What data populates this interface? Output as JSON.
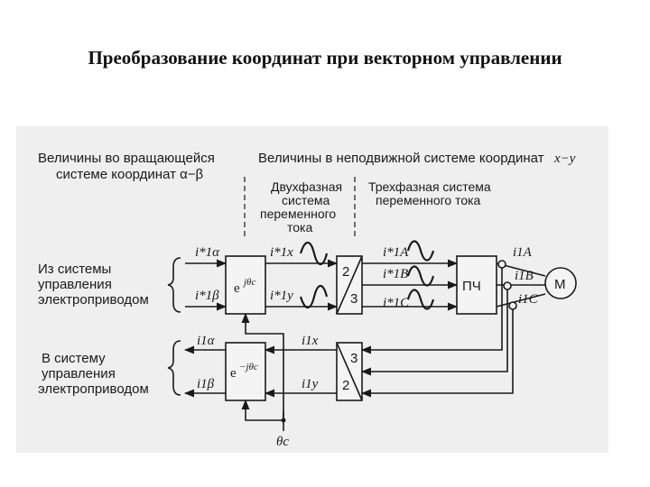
{
  "slide": {
    "title": "Преобразование координат при векторном управлении"
  },
  "diagram": {
    "header_rotating": [
      "Величины во вращающейся",
      "системе координат α−β"
    ],
    "header_stationary": "Величины в неподвижной системе координат",
    "header_stationary_coords": "x−y",
    "two_phase": [
      "Двухфазная",
      "система",
      "переменного",
      "тока"
    ],
    "three_phase": [
      "Трехфазная система",
      "переменного тока"
    ],
    "from_control": [
      "Из системы",
      "управления",
      "электроприводом"
    ],
    "to_control": [
      "В систему",
      "управления",
      "электроприводом"
    ],
    "transform_forward": "e",
    "transform_forward_exp": "jθc",
    "transform_inverse": "e",
    "transform_inverse_exp": "−jθc",
    "angle": "θc",
    "converter_23": [
      "2",
      "3"
    ],
    "converter_32": [
      "3",
      "2"
    ],
    "freq_converter": "ПЧ",
    "motor": "M",
    "signals": {
      "i1a_ref": "i*1α",
      "i1b_ref": "i*1β",
      "i1x_ref": "i*1x",
      "i1y_ref": "i*1y",
      "i1A_ref": "i*1A",
      "i1B_ref": "i*1B",
      "i1C_ref": "i*1C",
      "i1A": "i1A",
      "i1B": "i1B",
      "i1C": "i1C",
      "i1a": "i1α",
      "i1b": "i1β",
      "i1x": "i1x",
      "i1y": "i1y"
    }
  }
}
